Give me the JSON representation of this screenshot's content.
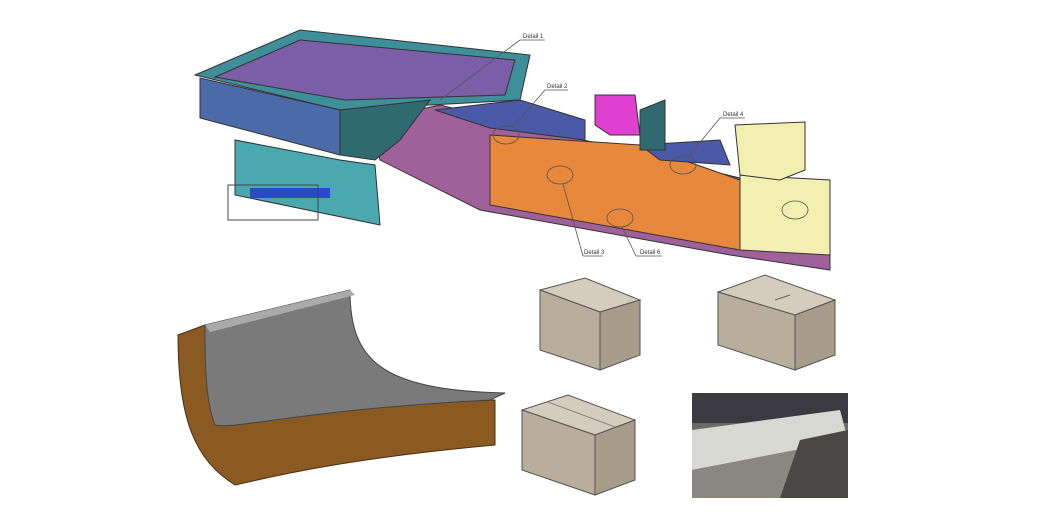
{
  "detail_labels": [
    "Detail 1",
    "Detail 2",
    "Detail 3",
    "Detail 4",
    "Detail 6"
  ],
  "colors": {
    "hopper_teal": "#3e8f9a",
    "hopper_purple": "#7a5fa8",
    "orange": "#e8883c",
    "blue_floor": "#4a5aa8",
    "magenta": "#e040d0",
    "yellow": "#f2efb0",
    "base_purple": "#a0609a",
    "brick": "#8a5a22",
    "liner_gray": "#7a7a7a",
    "block_stone": "#b9ad9c"
  }
}
